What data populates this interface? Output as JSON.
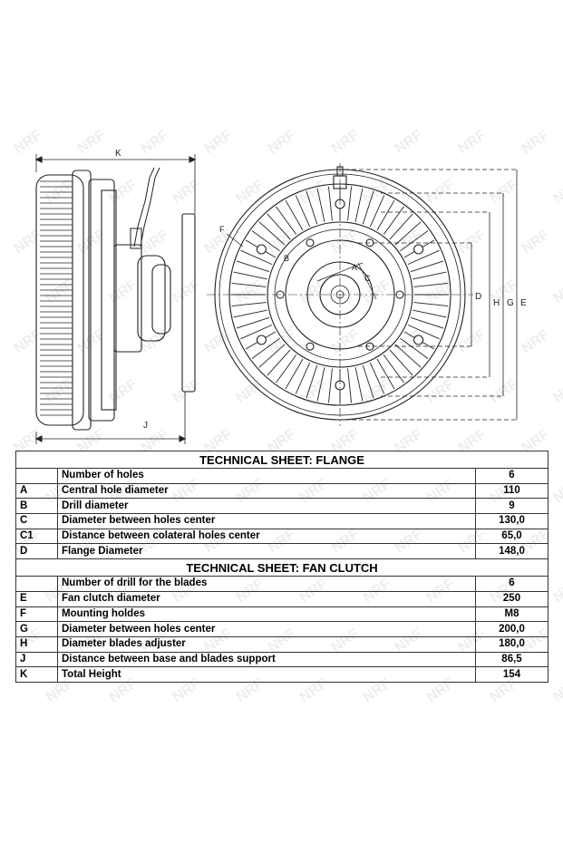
{
  "drawing": {
    "dimension_letters": [
      "K",
      "J",
      "F",
      "B",
      "A",
      "C",
      "D",
      "H",
      "G",
      "E"
    ]
  },
  "watermark": {
    "text": "NRF"
  },
  "flange": {
    "title": "TECHNICAL SHEET: FLANGE",
    "rows": [
      {
        "code": "",
        "label": "Number of holes",
        "value": "6"
      },
      {
        "code": "A",
        "label": "Central hole diameter",
        "value": "110"
      },
      {
        "code": "B",
        "label": "Drill diameter",
        "value": "9"
      },
      {
        "code": "C",
        "label": "Diameter between holes center",
        "value": "130,0"
      },
      {
        "code": "C1",
        "label": "Distance between colateral holes center",
        "value": "65,0"
      },
      {
        "code": "D",
        "label": "Flange Diameter",
        "value": "148,0"
      }
    ]
  },
  "fan_clutch": {
    "title": "TECHNICAL SHEET: FAN CLUTCH",
    "rows": [
      {
        "code": "",
        "label": "Number of drill for the blades",
        "value": "6"
      },
      {
        "code": "E",
        "label": "Fan clutch diameter",
        "value": "250"
      },
      {
        "code": "F",
        "label": "Mounting holdes",
        "value": "M8"
      },
      {
        "code": "G",
        "label": "Diameter between holes center",
        "value": "200,0"
      },
      {
        "code": "H",
        "label": "Diameter blades adjuster",
        "value": "180,0"
      },
      {
        "code": "J",
        "label": "Distance between base and blades support",
        "value": "86,5"
      },
      {
        "code": "K",
        "label": "Total Height",
        "value": "154"
      }
    ]
  }
}
